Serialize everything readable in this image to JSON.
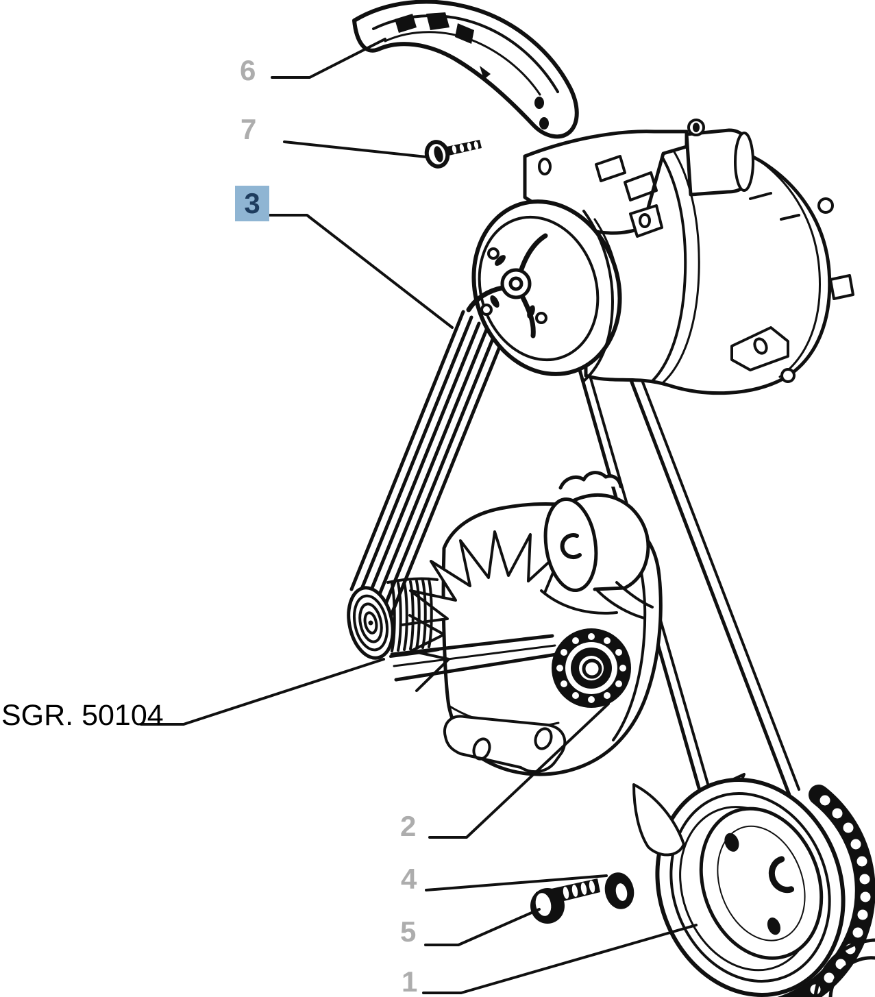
{
  "diagram": {
    "figure_type": "parts-catalog line drawing of an engine accessory belt drive",
    "group_reference": "SGR. 50104",
    "callouts": {
      "c6": {
        "label": "6",
        "highlighted": false
      },
      "c7": {
        "label": "7",
        "highlighted": false
      },
      "c3": {
        "label": "3",
        "highlighted": true
      },
      "c2": {
        "label": "2",
        "highlighted": false
      },
      "c4": {
        "label": "4",
        "highlighted": false
      },
      "c5": {
        "label": "5",
        "highlighted": false
      },
      "c1": {
        "label": "1",
        "highlighted": false
      }
    },
    "colors": {
      "background": "#ffffff",
      "line": "#101010",
      "callout_gray": "#adadad",
      "highlight_bg": "#8fb5d3",
      "highlight_fg": "#1d3c5e"
    }
  }
}
